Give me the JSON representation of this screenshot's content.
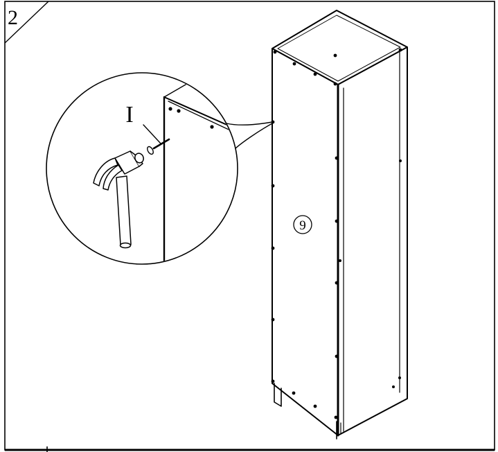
{
  "instruction": {
    "step_number": "2",
    "part_label": "I",
    "panel_number": "9"
  },
  "icons": {
    "tool": "hammer-icon",
    "fastener": "nail-icon",
    "magnifier": "detail-callout-circle"
  },
  "colors": {
    "line": "#000000",
    "background": "#ffffff"
  }
}
